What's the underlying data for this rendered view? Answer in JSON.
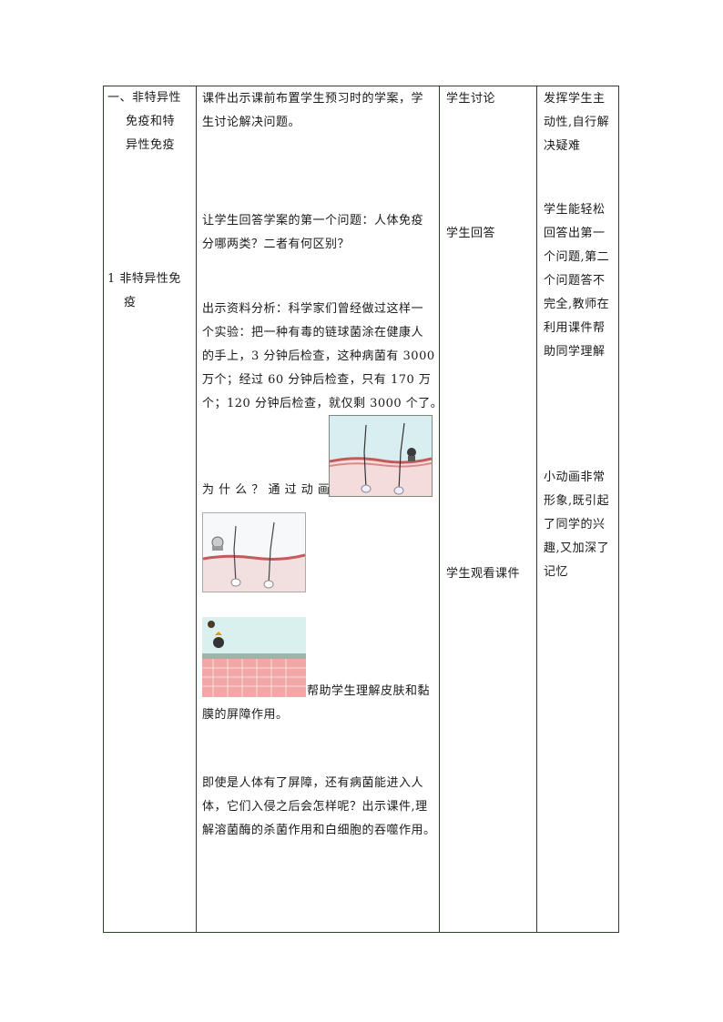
{
  "col1": {
    "section_lines": [
      "一、非特异性",
      "免疫和特",
      "异性免疫"
    ],
    "sub_lines": [
      "1 非特异性免",
      "疫"
    ]
  },
  "col2": {
    "p1": [
      "课件出示课前布置学生预习时的学案，学",
      "生讨论解决问题。"
    ],
    "p2": [
      "让学生回答学案的第一个问题：人体免疫",
      "分哪两类？二者有何区别？"
    ],
    "p3": [
      "出示资料分析：科学家们曾经做过这样一",
      "个实验：把一种有毒的链球菌涂在健康人",
      "的手上，3 分钟后检查，这种病菌有 3000",
      "万个；经过 60 分钟后检查，只有 170 万",
      "个；120 分钟后检查，就仅剩 3000 个了。"
    ],
    "p4": "为 什 么 ？ 通 过 动 画",
    "p5_inline": "帮助学生理解皮肤和黏",
    "p5_rest": "膜的屏障作用。",
    "p6": [
      "即使是人体有了屏障，还有病菌能进入人",
      "体，它们入侵之后会怎样呢？出示课件,理",
      "解溶菌酶的杀菌作用和白细胞的吞噬作用。"
    ]
  },
  "col3": {
    "a1": "学生讨论",
    "a2": "学生回答",
    "a3": "学生观看课件"
  },
  "col4": {
    "n1": [
      "发挥学生主",
      "动性,自行解",
      "决疑难"
    ],
    "n2": [
      "学生能轻松",
      "回答出第一",
      "个问题,第二",
      "个问题答不",
      "完全,教师在",
      "利用课件帮",
      "助同学理解"
    ],
    "n3": [
      "小动画非常",
      "形象,既引起",
      "了同学的兴",
      "趣,又加深了",
      "记忆"
    ]
  },
  "icons": [
    "skin-hair-bacteria-illustration",
    "skin-hair-illustration",
    "mucosa-cells-illustration"
  ]
}
